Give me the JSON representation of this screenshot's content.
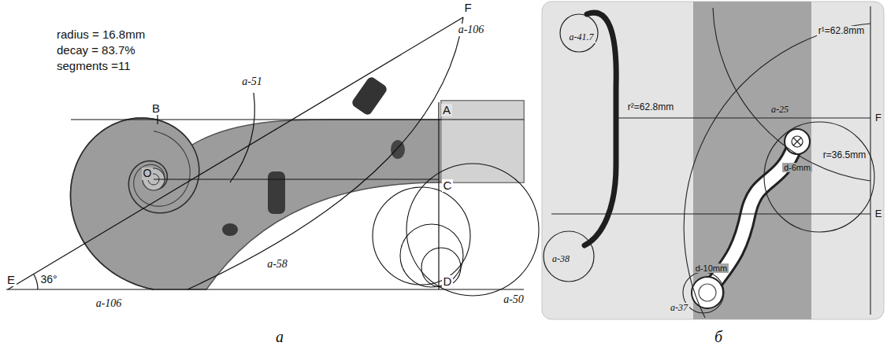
{
  "diagram": {
    "labels": [
      "radius = 16.8mm",
      "decay = 83.7%",
      "segments =11",
      "F",
      "a-106",
      "B",
      "a-51",
      "A",
      "O",
      "C",
      "E",
      "36°",
      "a-58",
      "a-106",
      "D",
      "a-50",
      "a",
      "a-41.7",
      "r¹=62.8mm",
      "r²=62.8mm",
      "a-25",
      "F",
      "r=36.5mm",
      "d-6mm",
      "a-38",
      "E",
      "d-10mm",
      "a-37",
      "б"
    ]
  }
}
